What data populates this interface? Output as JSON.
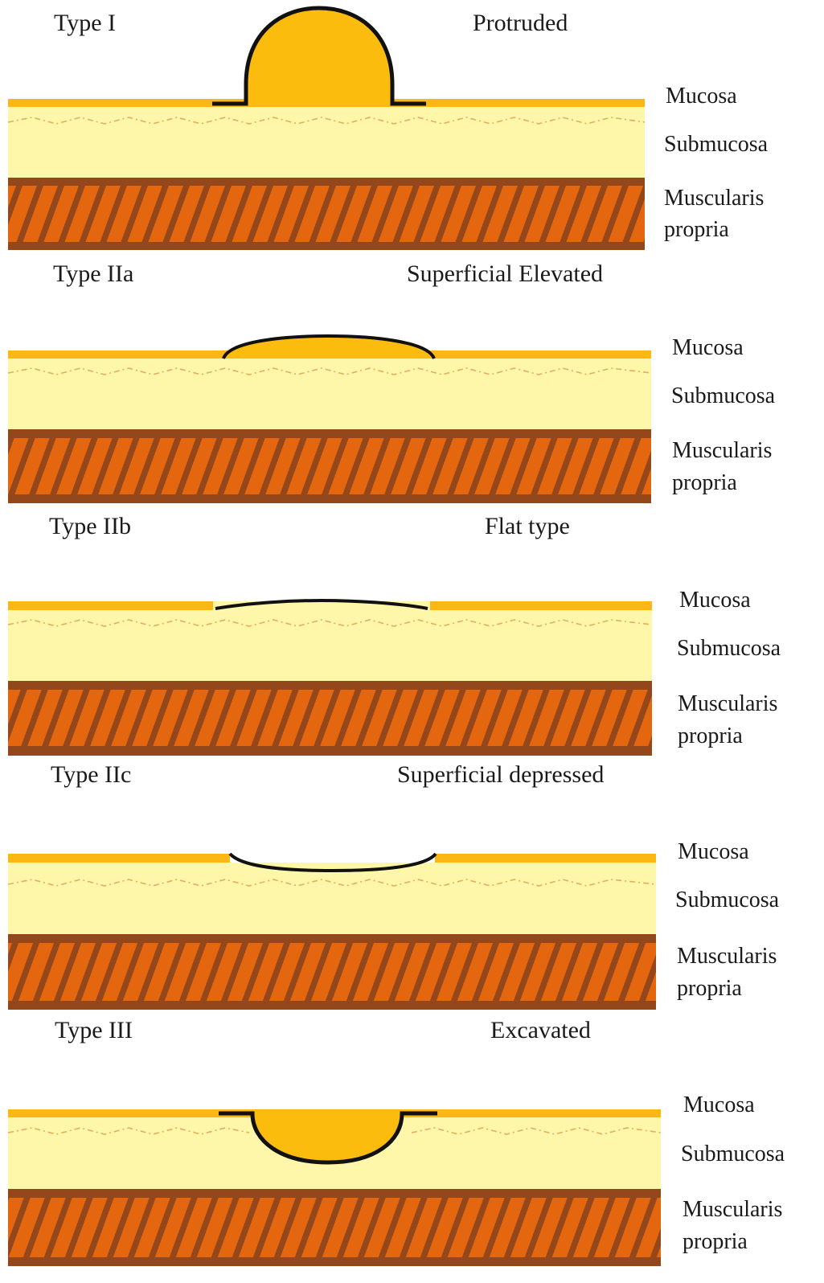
{
  "colors": {
    "mucosa": "#FBB714",
    "lesion": "#FBBC0D",
    "submucosa": "#FEF6A9",
    "submucosa_wave": "#E2B05A",
    "muscularis": "#E46710",
    "muscularis_stripe": "#94471A",
    "outline": "#111111"
  },
  "layer_labels": {
    "mucosa": "Mucosa",
    "submucosa": "Submucosa",
    "muscularis_1": "Muscularis",
    "muscularis_2": "propria"
  },
  "panels": [
    {
      "type_label": "Type I",
      "description": "Protruded",
      "lesion_shape": "protruded"
    },
    {
      "type_label": "Type IIa",
      "description": "Superficial Elevated",
      "lesion_shape": "superficial-elevated"
    },
    {
      "type_label": "Type IIb",
      "description": "Flat type",
      "lesion_shape": "flat"
    },
    {
      "type_label": "Type IIc",
      "description": "Superficial depressed",
      "lesion_shape": "superficial-depressed"
    },
    {
      "type_label": "Type III",
      "description": "Excavated",
      "lesion_shape": "excavated"
    }
  ]
}
